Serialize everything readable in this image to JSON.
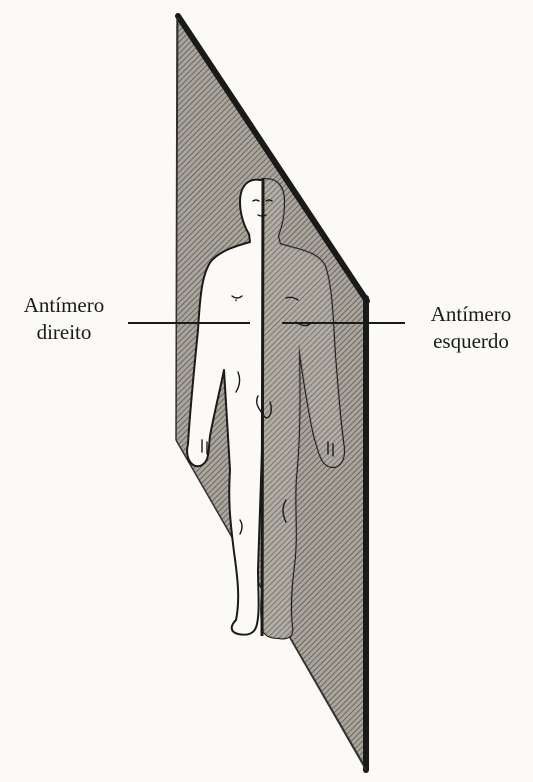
{
  "labels": {
    "right_antimere": [
      "Antímero",
      "direito"
    ],
    "left_antimere": [
      "Antímero",
      "esquerdo"
    ]
  },
  "colors": {
    "background": "#fbfaf6",
    "ink": "#1a1a1a",
    "plane_fill": "#a9a49c",
    "plane_hatch": "#4a4743",
    "body_fill": "#fbfaf6"
  }
}
